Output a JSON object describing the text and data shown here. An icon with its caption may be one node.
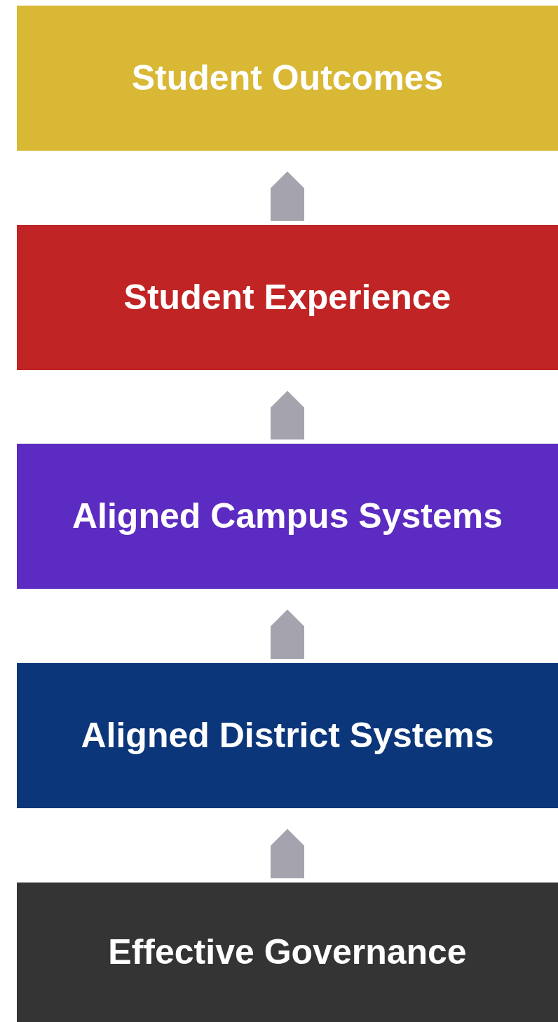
{
  "diagram": {
    "nodes": [
      {
        "text": [
          "Student Outcomes"
        ]
      },
      {
        "text": [
          "Student Experience"
        ]
      },
      {
        "text": [
          "Aligned Campus Systems"
        ]
      },
      {
        "text": [
          "Aligned District Systems"
        ]
      },
      {
        "text": [
          "Effective Governance"
        ]
      }
    ],
    "edges": [
      {
        "from": 4,
        "to": 3,
        "arrow": "to"
      },
      {
        "from": 3,
        "to": 2,
        "arrow": "to"
      },
      {
        "from": 2,
        "to": 1,
        "arrow": "to"
      },
      {
        "from": 1,
        "to": 0,
        "arrow": "to"
      }
    ]
  }
}
